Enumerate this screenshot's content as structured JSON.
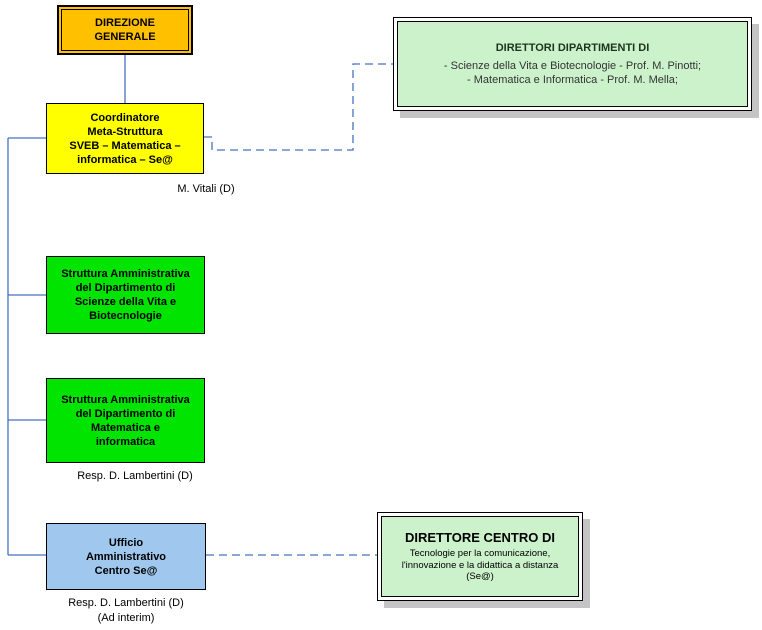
{
  "colors": {
    "connector": "#4472C4",
    "shadow": "#C4C4C4",
    "direzione_fill": "#FFC000",
    "coordinatore_fill": "#FFFF00",
    "struttura_fill": "#00E400",
    "ufficio_fill": "#A0C8EE",
    "direttori_fill": "#CCF2CC",
    "border": "#000000"
  },
  "nodes": {
    "direzione": {
      "text": "DIREZIONE\nGENERALE"
    },
    "coordinatore": {
      "text": "Coordinatore\nMeta-Struttura\nSVEB – Matematica –\ninformatica – Se@"
    },
    "struttura_sveb": {
      "text": "Struttura Amministrativa\ndel Dipartimento di\nScienze della Vita e\nBiotecnologie"
    },
    "struttura_matematica": {
      "text": "Struttura Amministrativa\ndel Dipartimento di\nMatematica e\ninformatica"
    },
    "ufficio_centro": {
      "text": "Ufficio\nAmministrativo\nCentro Se@"
    },
    "direttori_dipartimenti": {
      "title": "DIRETTORI DIPARTIMENTI DI",
      "body": "- Scienze della Vita e Biotecnologie - Prof. M. Pinotti;\n- Matematica e Informatica - Prof. M. Mella;"
    },
    "direttore_centro": {
      "title": "DIRETTORE CENTRO DI",
      "body": "Tecnologie per la comunicazione,\nl'innovazione e la didattica a distanza\n(Se@)"
    }
  },
  "labels": {
    "coordinatore_person": "M. Vitali (D)",
    "struttura_matematica_person": "Resp. D. Lambertini (D)",
    "ufficio_person": "Resp. D. Lambertini (D)",
    "ufficio_person_note": "(Ad interim)"
  }
}
